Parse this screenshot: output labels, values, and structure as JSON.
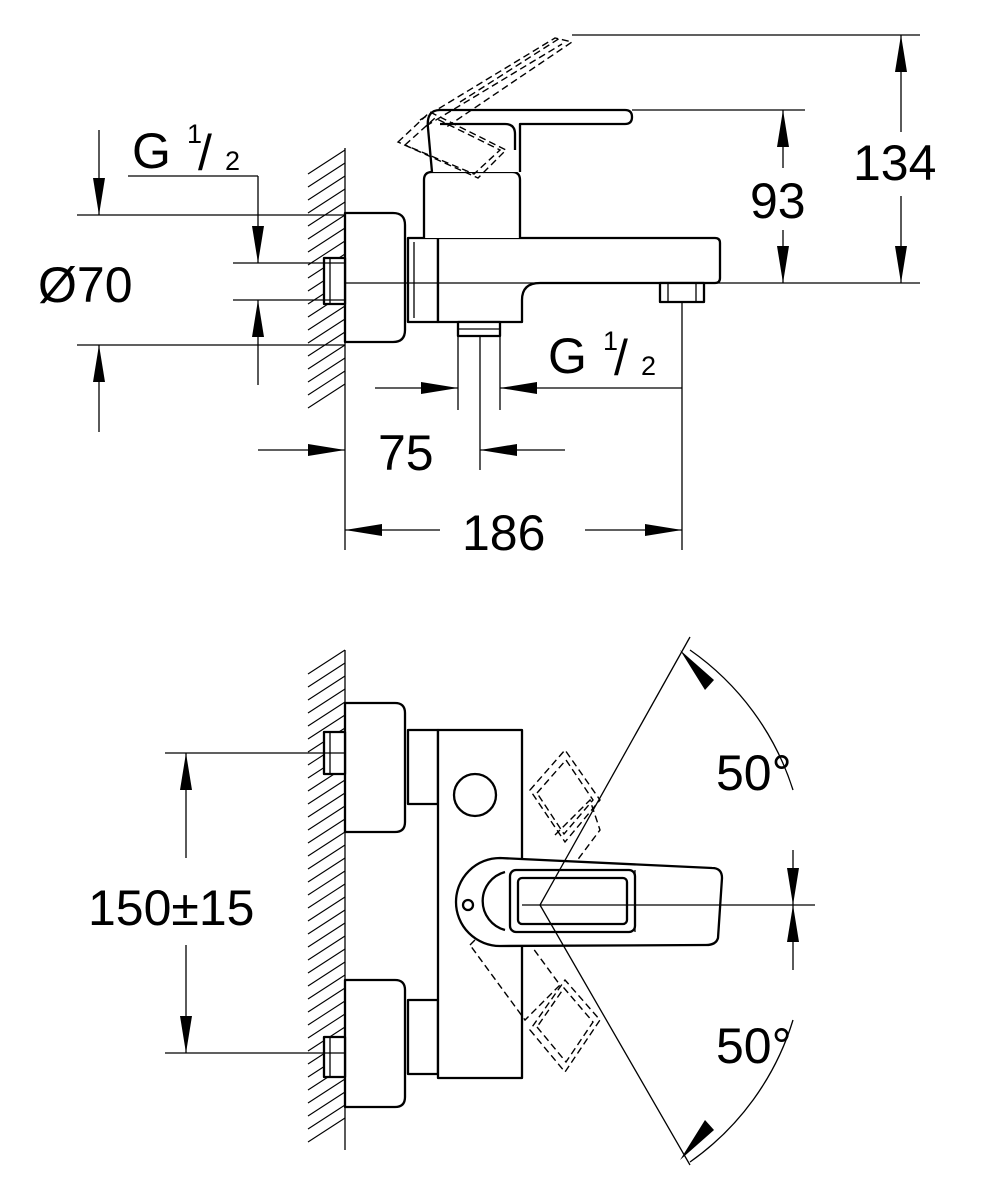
{
  "side_view": {
    "thread_top": {
      "letter": "G",
      "num": "1",
      "den": "2"
    },
    "thread_bottom": {
      "letter": "G",
      "num": "1",
      "den": "2"
    },
    "diameter": "Ø70",
    "dim_outlet": "75",
    "dim_projection": "186",
    "dim_lever_height": "93",
    "dim_total_height": "134"
  },
  "top_view": {
    "dim_centers": "150±15",
    "angle_upper": "50°",
    "angle_lower": "50°"
  }
}
